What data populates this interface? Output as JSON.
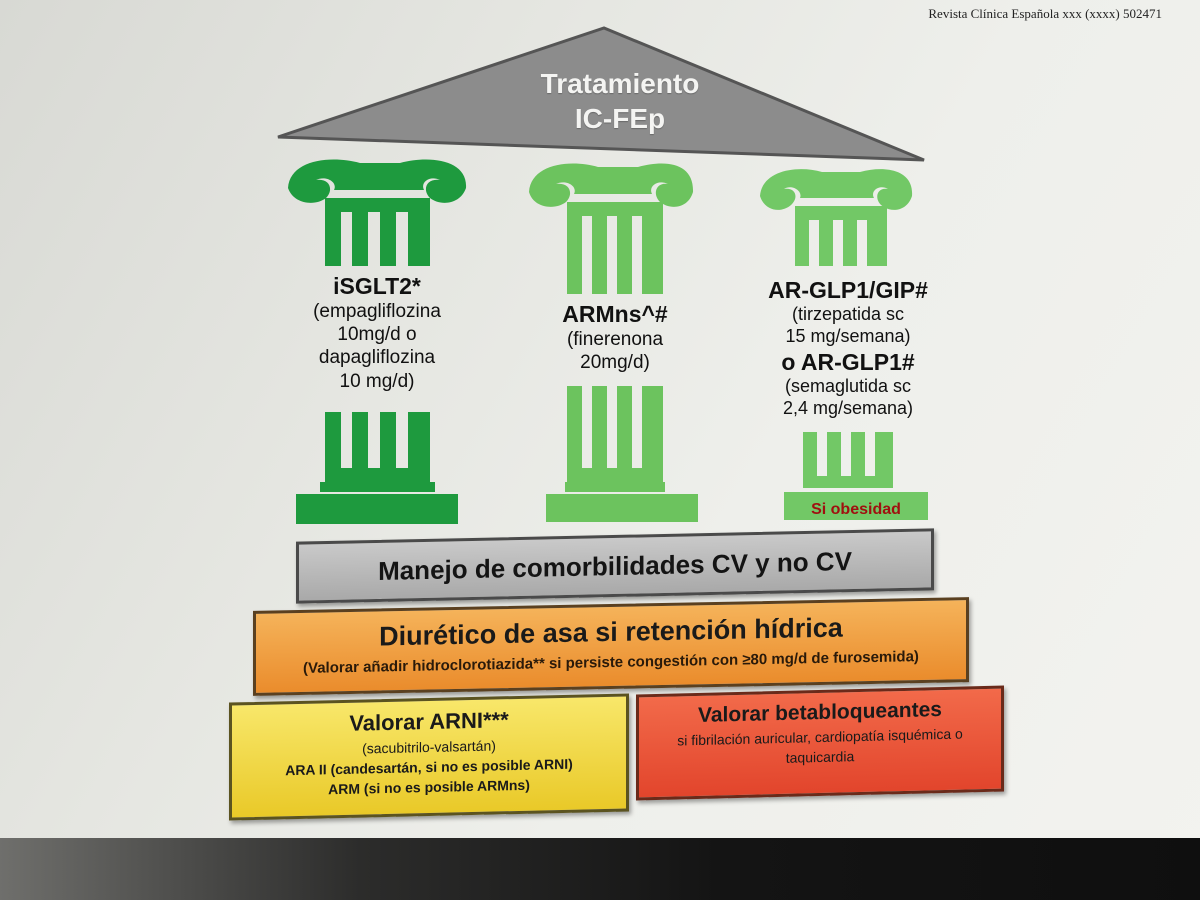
{
  "journal_header": "Revista Clínica Española xxx (xxxx) 502471",
  "roof": {
    "line1": "Tratamiento",
    "line2": "IC-FEp"
  },
  "columns": [
    {
      "name": "iSGLT2*",
      "details": [
        "(empagliflozina",
        "10mg/d o",
        "dapagliflozina",
        "10 mg/d)"
      ],
      "color": "#1e9a3e"
    },
    {
      "name": "ARMns^#",
      "details": [
        "(finerenona",
        "20mg/d)"
      ],
      "color": "#6cc35e"
    },
    {
      "name1": "AR-GLP1/GIP#",
      "details1": [
        "(tirzepatida sc",
        "15 mg/semana)"
      ],
      "name2": "o AR-GLP1#",
      "details2": [
        "(semaglutida sc",
        "2,4 mg/semana)"
      ],
      "base_note": "Si obesidad",
      "color": "#72c866"
    }
  ],
  "comorbidities": "Manejo de comorbilidades CV y no CV",
  "diuretic": {
    "title": "Diurético de asa si retención hídrica",
    "subtitle": "(Valorar añadir hidroclorotiazida** si persiste congestión con ≥80 mg/d de furosemida)"
  },
  "arni": {
    "title": "Valorar ARNI***",
    "line1": "(sacubitrilo-valsartán)",
    "line2": "ARA II (candesartán, si no es posible ARNI)",
    "line3": "ARM (si no es posible ARMns)"
  },
  "betablockers": {
    "title": "Valorar betabloqueantes",
    "line1": "si fibrilación auricular, cardiopatía isquémica o",
    "line2": "taquicardia"
  },
  "colors": {
    "roof": "#8c8c8c",
    "comorbidities_box": "#b5b5b5",
    "diuretic_box": "#f0a040",
    "arni_box": "#f3dd4a",
    "betablockers_box": "#ec5535",
    "note_text": "#a01010"
  }
}
